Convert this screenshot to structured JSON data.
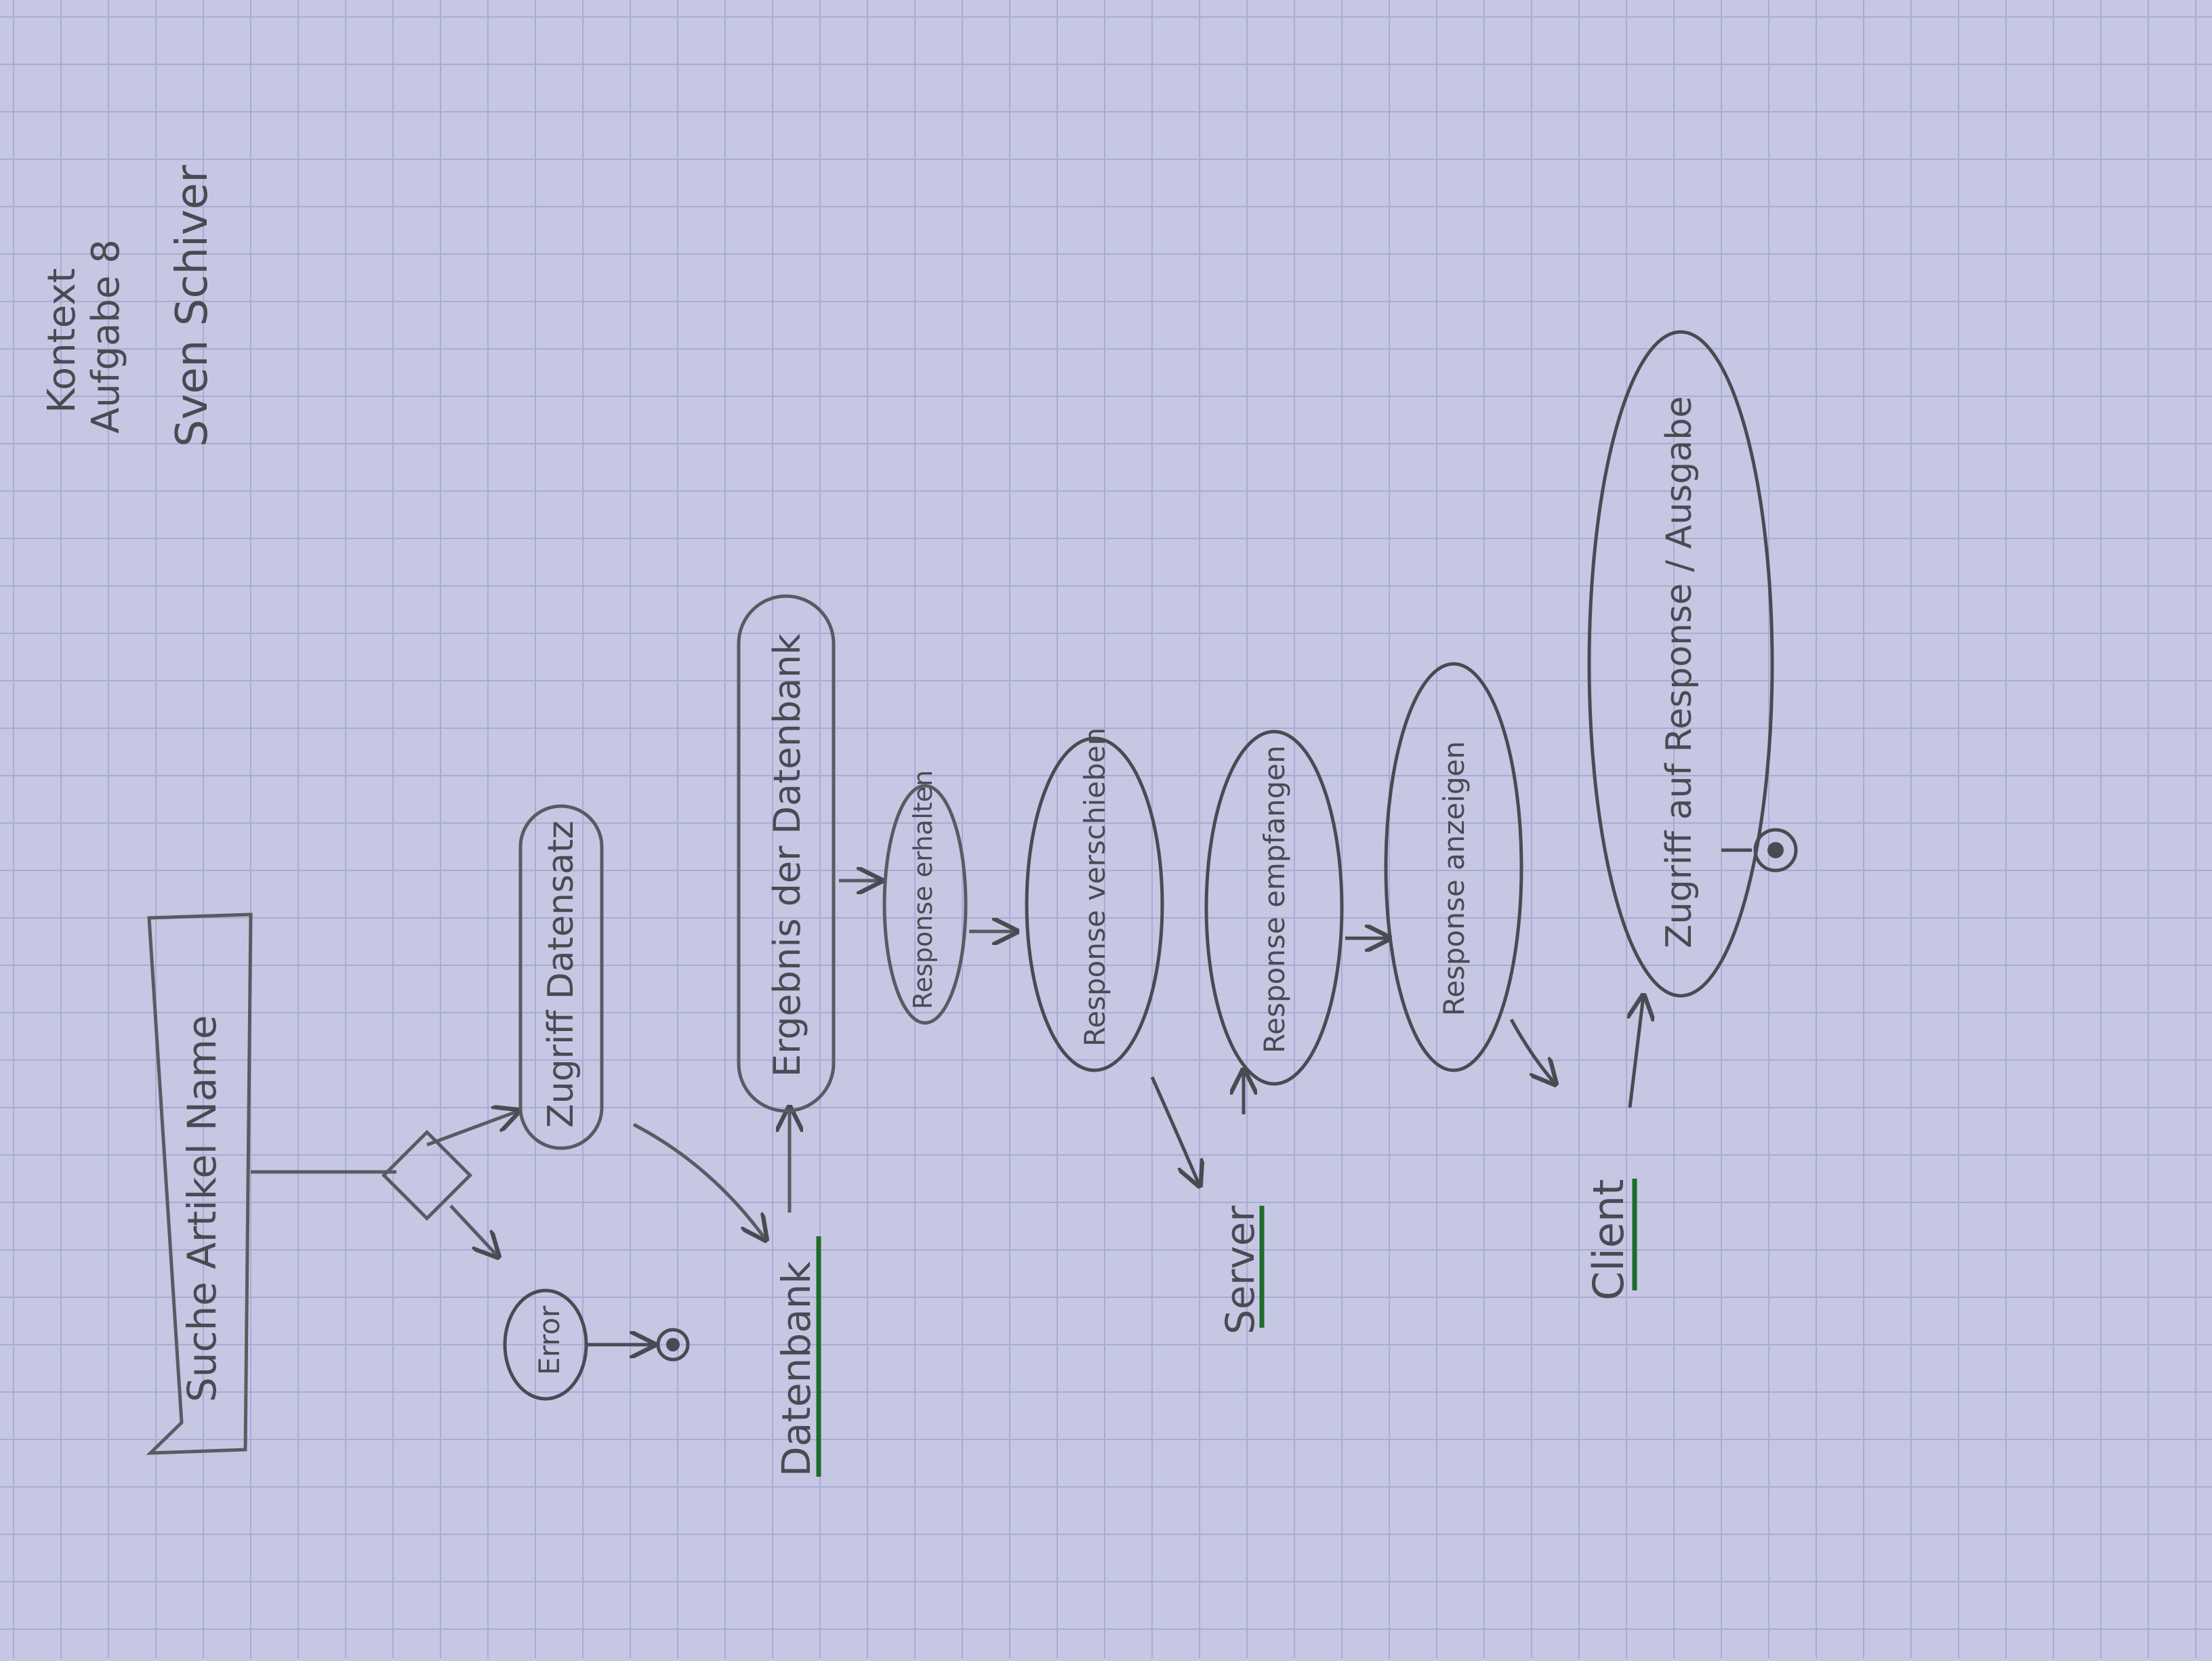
{
  "colors": {
    "paper": "#c6c7e3",
    "grid": "#a9abd2",
    "ink": "#4a4a52",
    "underline": "#1f6b2a"
  },
  "header": {
    "line1": "Kontext",
    "line2": "Aufgabe 8",
    "author": "Sven Schiver"
  },
  "swimlanes": {
    "database": "Datenbank",
    "server": "Server",
    "client": "Client"
  },
  "nodes": {
    "signal": "Suche Artikel Name",
    "error": "Error",
    "access_db": "Zugriff Datensatz",
    "db_result": "Ergebnis der Datenbank",
    "response_received": "Response erhalten",
    "response_send": "Response verschieben",
    "response_receive": "Response empfangen",
    "response_show": "Response anzeigen",
    "client_access": "Zugriff auf Response / Ausgabe"
  }
}
